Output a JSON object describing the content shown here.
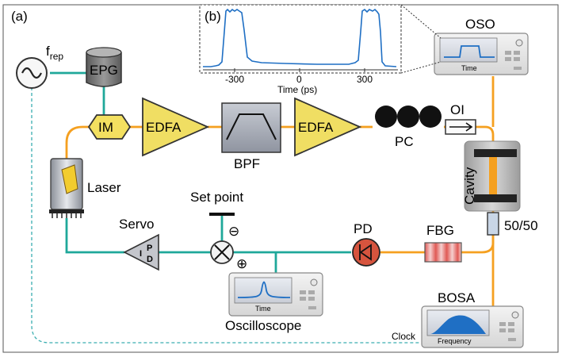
{
  "panel_a_label": "(a)",
  "panel_b_label": "(b)",
  "source": {
    "label_main": "f",
    "label_sub": "rep"
  },
  "components": {
    "epg": "EPG",
    "im": "IM",
    "edfa1": "EDFA",
    "bpf": "BPF",
    "edfa2": "EDFA",
    "pc": "PC",
    "oi": "OI",
    "oso": "OSO",
    "cavity": "Cavity",
    "coupler": "50/50",
    "fbg": "FBG",
    "pd": "PD",
    "servo": "Servo",
    "servo_glyph_i": "I",
    "servo_glyph_p": "P",
    "servo_glyph_d": "D",
    "setpoint": "Set point",
    "laser": "Laser",
    "oscilloscope": "Oscilloscope",
    "bosa": "BOSA",
    "clock": "Clock",
    "minus_sign": "⊖",
    "plus_sign": "⊕"
  },
  "instrument_captions": {
    "oso": "Time",
    "oscilloscope": "Time",
    "bosa": "Frequency"
  },
  "inset_plot": {
    "xlabel": "Time (ps)",
    "xticks": [
      "-300",
      "0",
      "300"
    ]
  },
  "colors": {
    "fiber": "#f5a020",
    "electrical": "#1fa89a",
    "clock_line": "#3aaeb0",
    "amplifier": "#f0de63",
    "trace": "#1f6fc4",
    "fbg": "#e05a55",
    "pd": "#d6543e"
  }
}
